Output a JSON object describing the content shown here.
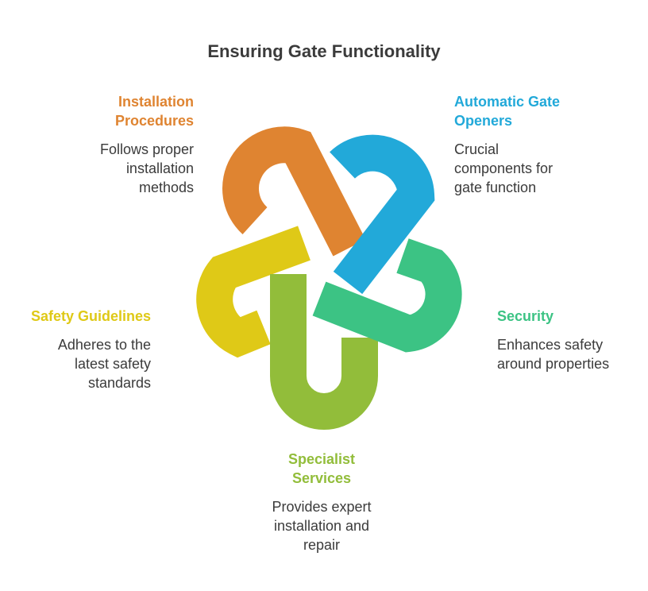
{
  "title": "Ensuring Gate Functionality",
  "items": [
    {
      "id": "installation",
      "label": "Installation Procedures",
      "label_lines": [
        "Installation",
        "Procedures"
      ],
      "description_lines": [
        "Follows proper",
        "installation",
        "methods"
      ],
      "color": "#df8431"
    },
    {
      "id": "openers",
      "label": "Automatic Gate Openers",
      "label_lines": [
        "Automatic Gate",
        "Openers"
      ],
      "description_lines": [
        "Crucial",
        "components for",
        "gate function"
      ],
      "color": "#22a9d9"
    },
    {
      "id": "security",
      "label": "Security",
      "label_lines": [
        "Security"
      ],
      "description_lines": [
        "Enhances safety",
        "around properties"
      ],
      "color": "#3cc384"
    },
    {
      "id": "specialist",
      "label": "Specialist Services",
      "label_lines": [
        "Specialist",
        "Services"
      ],
      "description_lines": [
        "Provides expert",
        "installation and",
        "repair"
      ],
      "color": "#92bd3a"
    },
    {
      "id": "safety",
      "label": "Safety Guidelines",
      "label_lines": [
        "Safety Guidelines"
      ],
      "description_lines": [
        "Adheres to the",
        "latest safety",
        "standards"
      ],
      "color": "#dfc917"
    }
  ]
}
